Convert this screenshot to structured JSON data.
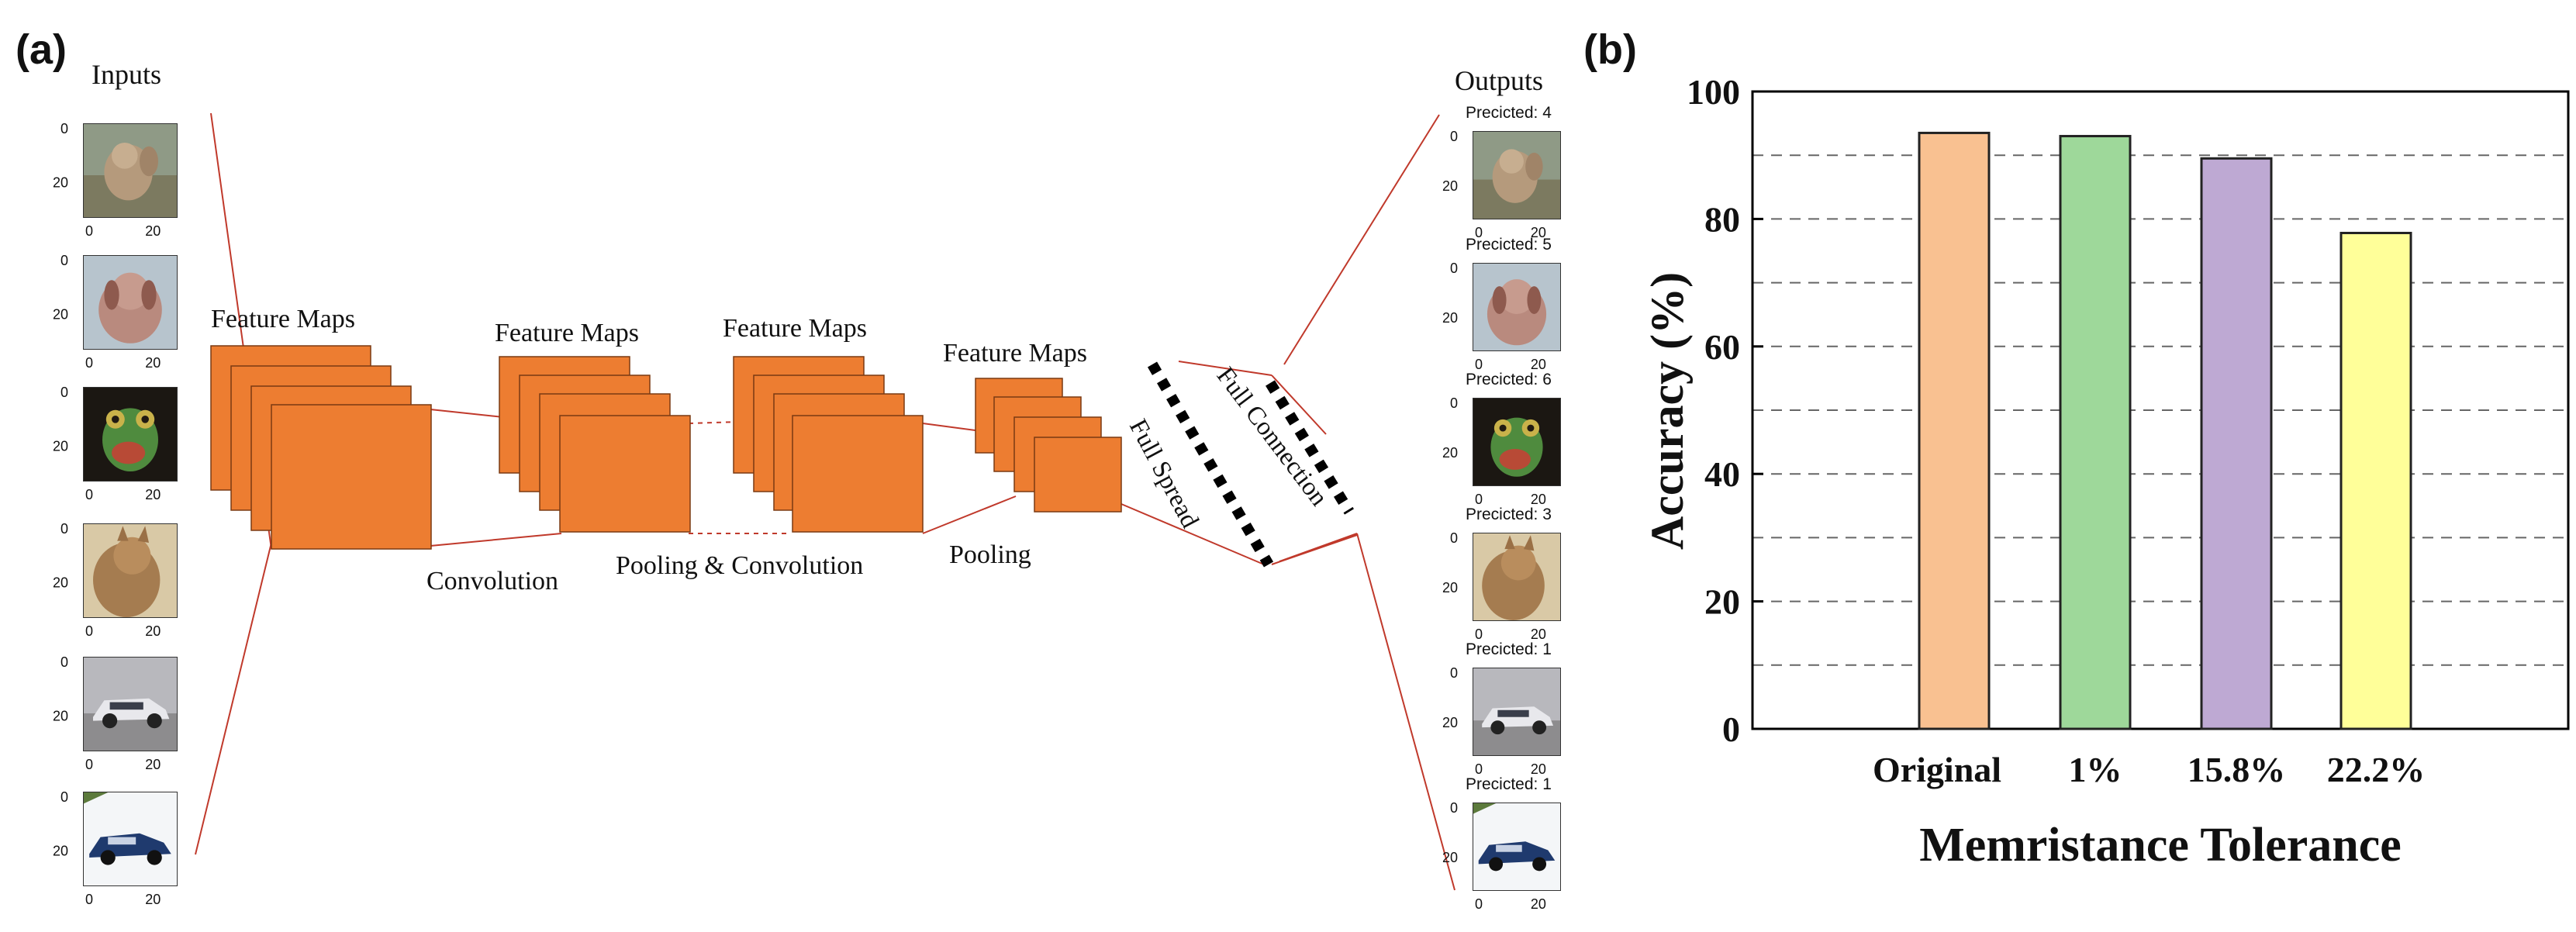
{
  "panel_a": {
    "label": "(a)",
    "inputs_title": "Inputs",
    "outputs_title": "Outputs",
    "image_axis": {
      "ytick_0": "0",
      "ytick_20": "20",
      "xtick_0": "0",
      "xtick_20": "20"
    },
    "inputs": [
      {
        "subject": "dog"
      },
      {
        "subject": "dog"
      },
      {
        "subject": "frog"
      },
      {
        "subject": "cat"
      },
      {
        "subject": "automobile"
      },
      {
        "subject": "automobile"
      }
    ],
    "outputs": [
      {
        "caption": "Precicted: 4",
        "subject": "dog"
      },
      {
        "caption": "Precicted: 5",
        "subject": "dog"
      },
      {
        "caption": "Precicted: 6",
        "subject": "frog"
      },
      {
        "caption": "Precicted: 3",
        "subject": "cat"
      },
      {
        "caption": "Precicted: 1",
        "subject": "automobile"
      },
      {
        "caption": "Precicted: 1",
        "subject": "automobile"
      }
    ],
    "stages": {
      "fm1": "Feature Maps",
      "fm2": "Feature Maps",
      "fm3": "Feature Maps",
      "fm4": "Feature Maps",
      "convolution": "Convolution",
      "pooling_convolution": "Pooling & Convolution",
      "pooling": "Pooling",
      "full_spread": "Full Spread",
      "full_connection": "Full Connection"
    },
    "colors": {
      "feature_map": "#ED7D31",
      "connector": "#C0392B"
    }
  },
  "panel_b": {
    "label": "(b)",
    "chart_data": {
      "type": "bar",
      "categories": [
        "Original",
        "1%",
        "15.8%",
        "22.2%"
      ],
      "values": [
        93.5,
        93,
        89.5,
        77.8
      ],
      "colors": [
        "#F9C191",
        "#9ED89A",
        "#BEA9D3",
        "#FFFF99"
      ],
      "ylabel": "Accuracy (%)",
      "xlabel": "Memristance Tolerance",
      "ylim": [
        0,
        100
      ],
      "yticks": [
        "0",
        "20",
        "40",
        "60",
        "80",
        "100"
      ],
      "grid": "horizontal dashed, every 10"
    }
  }
}
